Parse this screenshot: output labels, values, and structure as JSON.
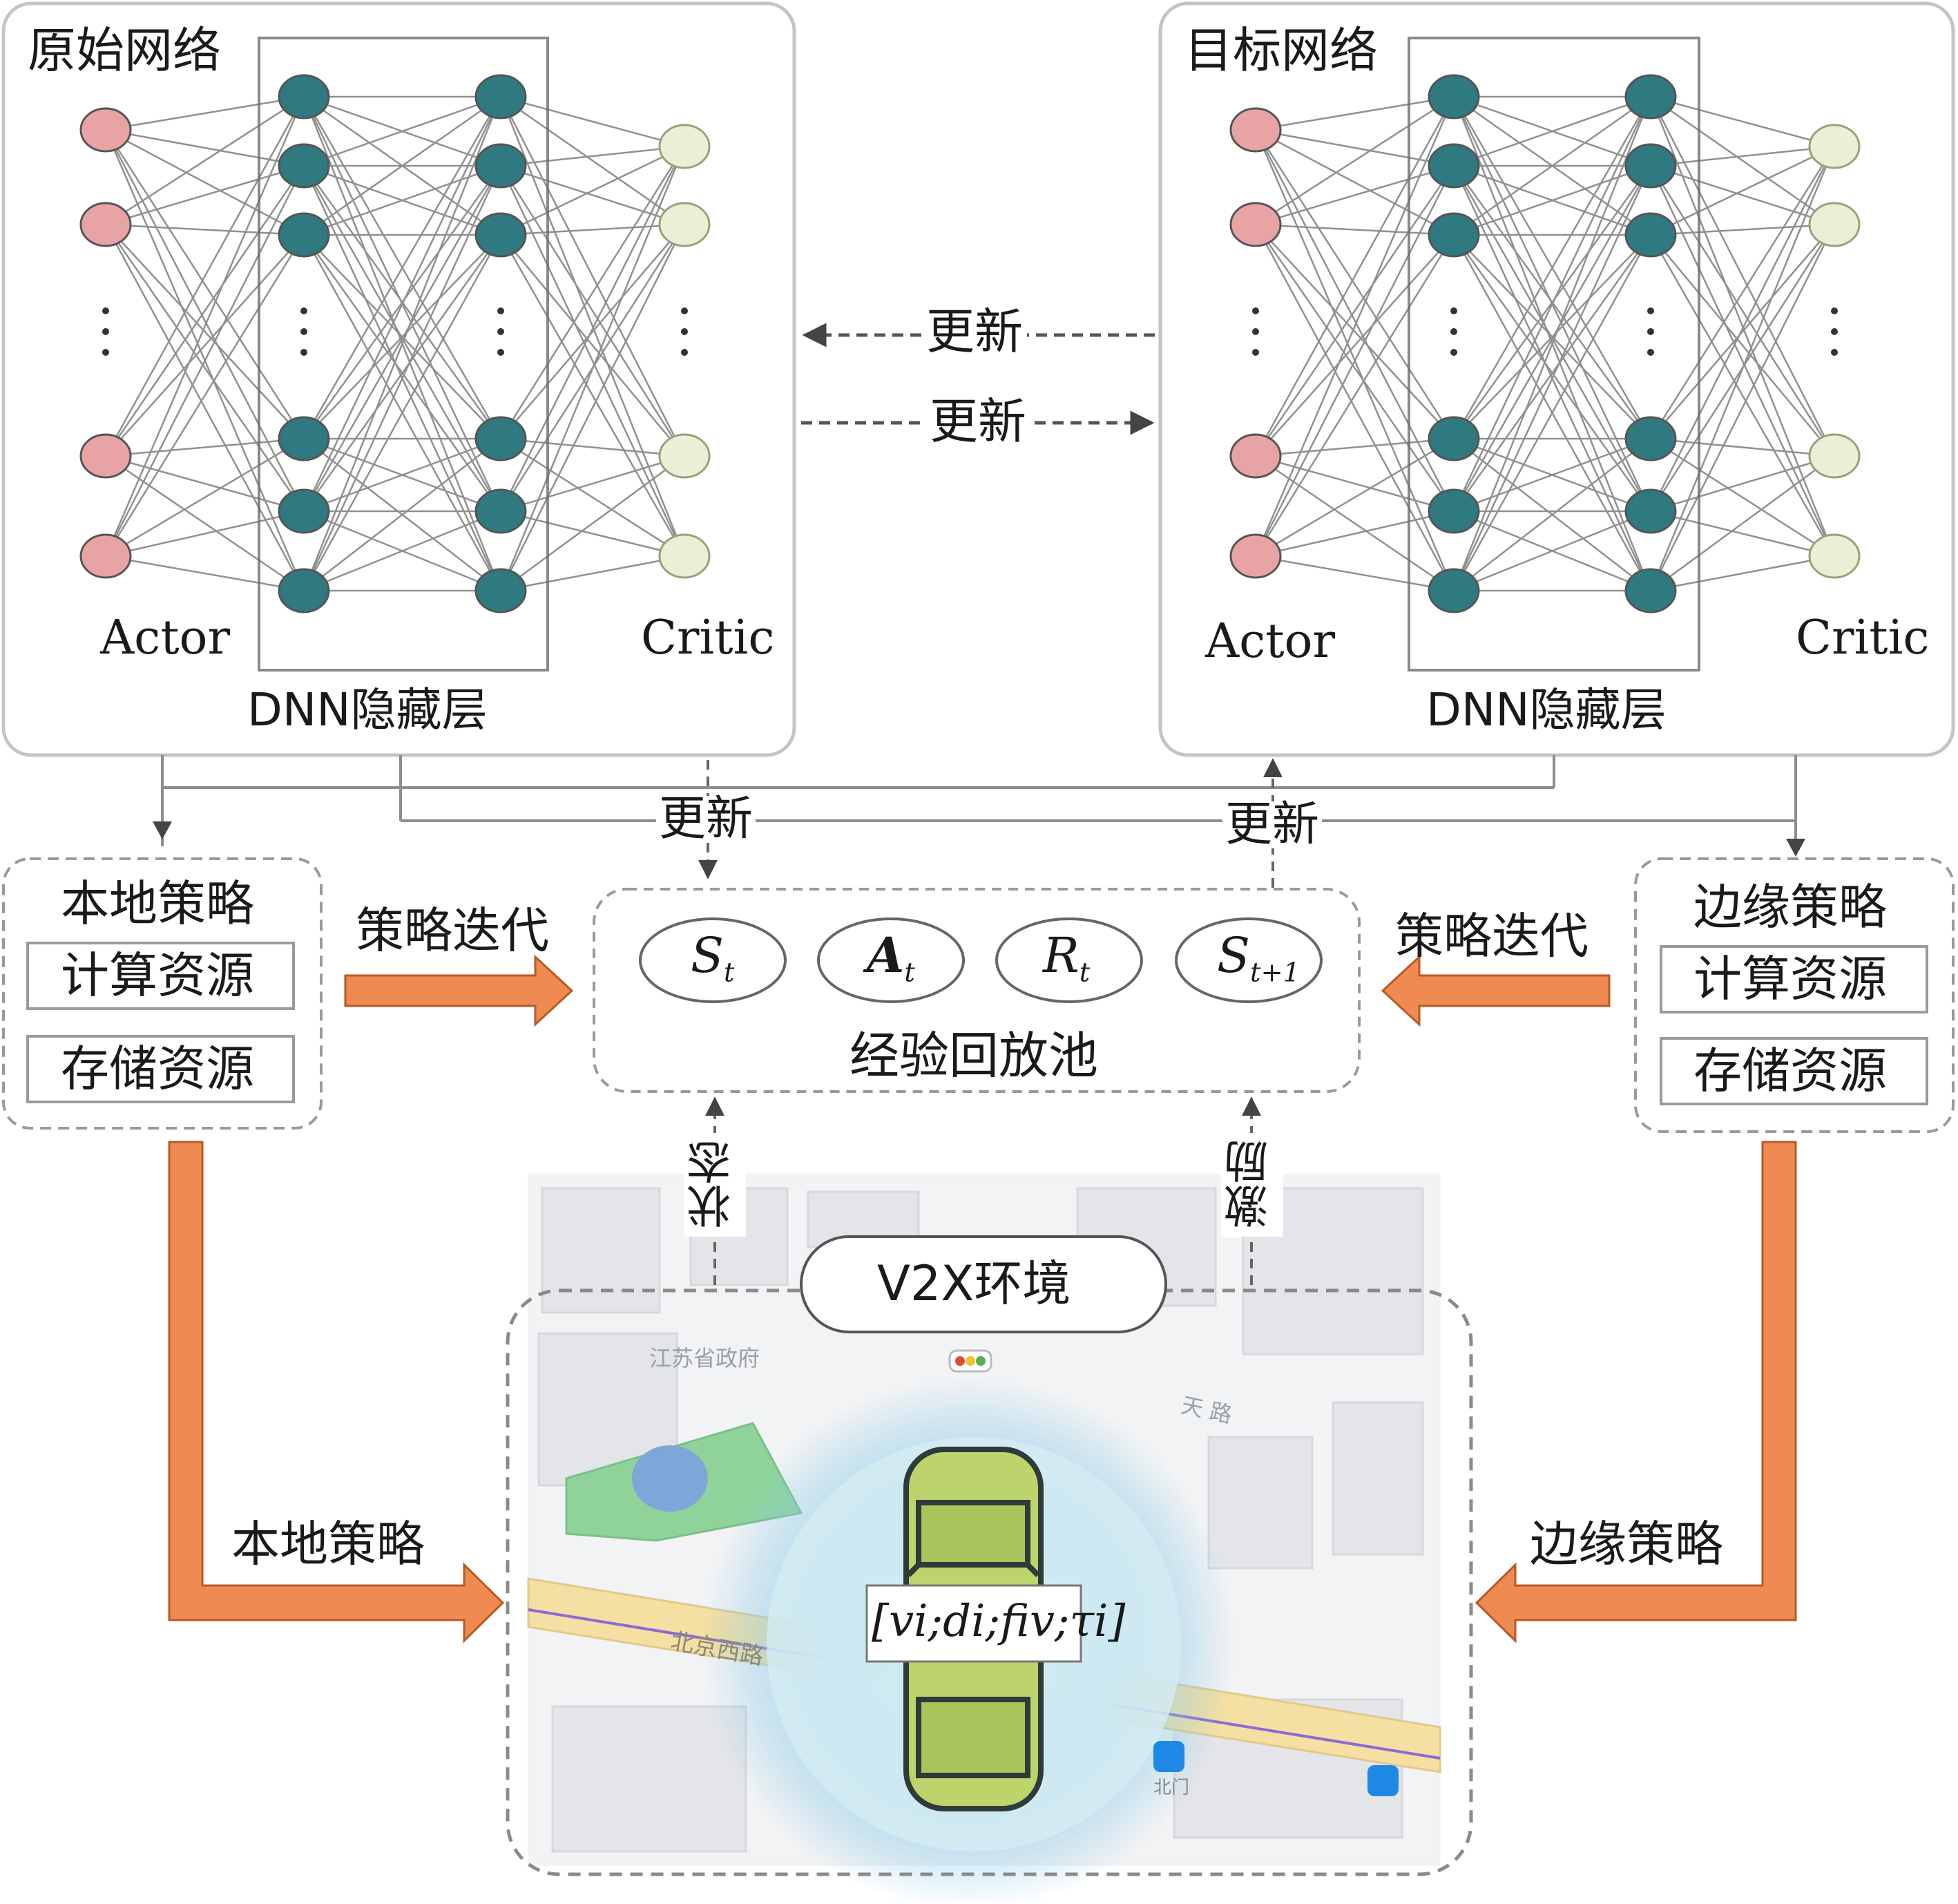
{
  "networks": {
    "original": {
      "title": "原始网络",
      "actor": "Actor",
      "critic": "Critic",
      "hidden": "DNN隐藏层"
    },
    "target": {
      "title": "目标网络",
      "actor": "Actor",
      "critic": "Critic",
      "hidden": "DNN隐藏层"
    }
  },
  "links": {
    "update_top": "更新",
    "update_mid": "更新",
    "update_left": "更新",
    "update_right": "更新",
    "state": "状态",
    "reward": "激励"
  },
  "local_policy": {
    "title": "本地策略",
    "compute": "计算资源",
    "storage": "存储资源"
  },
  "edge_policy": {
    "title": "边缘策略",
    "compute": "计算资源",
    "storage": "存储资源"
  },
  "iteration_left": "策略迭代",
  "iteration_right": "策略迭代",
  "replay_pool": {
    "label": "经验回放池",
    "items": [
      {
        "main": "S",
        "sub": "t"
      },
      {
        "main": "A",
        "sub": "t"
      },
      {
        "main": "R",
        "sub": "t"
      },
      {
        "main": "S",
        "sub": "t+1"
      }
    ]
  },
  "environment": {
    "label": "V2X环境",
    "local_arrow": "本地策略",
    "edge_arrow": "边缘策略",
    "vehicle_state": "[vi;di;fiv;τi]",
    "map_labels": [
      "江苏省政府",
      "天 路",
      "北京西路",
      "北门"
    ]
  },
  "colors": {
    "input_node": "#e8a3a5",
    "hidden_node": "#2e7a80",
    "output_node": "#ecefd6",
    "orange_arrow": "#ef8a52",
    "line": "#555555"
  }
}
